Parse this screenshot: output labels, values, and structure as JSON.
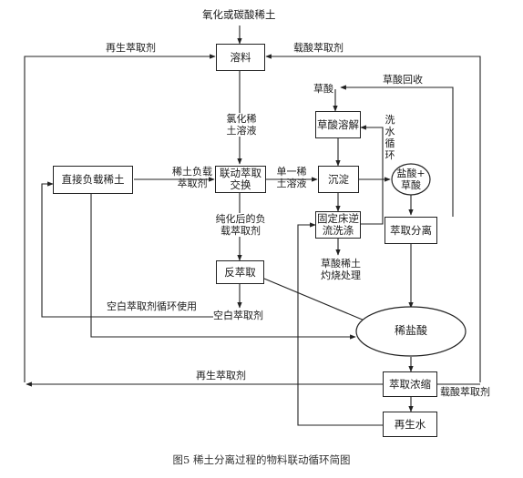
{
  "title_top": "氧化或碳酸稀土",
  "boxes": {
    "dissolve": "溶料",
    "direct_load": "直接负载稀土",
    "linked_extract": "联动萃取\n交换",
    "back_extract": "反萃取",
    "oxalic_dissolve": "草酸溶解",
    "precipitate": "沉淀",
    "fixed_bed": "固定床逆\n流洗涤",
    "extract_sep": "萃取分离",
    "extract_conc": "萃取浓缩",
    "regen_water": "再生水"
  },
  "ellipses": {
    "hcl_oxalic": "盐酸+\n草酸",
    "dilute_hcl": "稀盐酸"
  },
  "labels": {
    "regen_extractant_top": "再生萃取剂",
    "loaded_acid_extractant_top": "载酸萃取剂",
    "oxalic_recovery": "草酸回收",
    "oxalic_acid": "草酸",
    "chloride_solution": "氯化稀\n土溶液",
    "wash_water_cycle": "洗\n水\n循\n环",
    "re_loaded_extractant": "稀土负载\n萃取剂",
    "single_re_solution": "单一稀\n土溶液",
    "purified_loaded": "纯化后的负\n载萃取剂",
    "oxalate_roast": "草酸稀土\n灼烧处理",
    "blank_cycle_use": "空白萃取剂循环使用",
    "blank_extractant": "空白萃取剂",
    "regen_extractant_bottom": "再生萃取剂",
    "loaded_acid_extractant_bottom": "载酸萃取剂"
  },
  "caption": "图5   稀土分离过程的物料联动循环简图"
}
